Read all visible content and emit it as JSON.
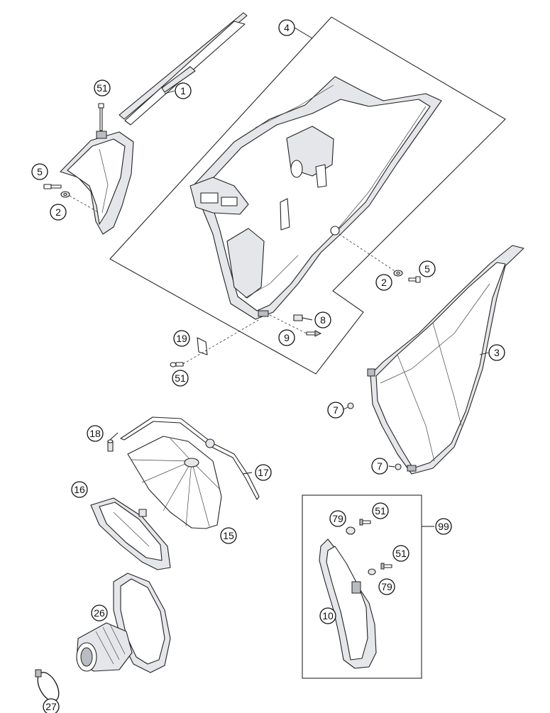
{
  "diagram": {
    "callouts": [
      {
        "id": "c1",
        "label": "1"
      },
      {
        "id": "c51a",
        "label": "51"
      },
      {
        "id": "c4",
        "label": "4"
      },
      {
        "id": "c5a",
        "label": "5"
      },
      {
        "id": "c2a",
        "label": "2"
      },
      {
        "id": "c2b",
        "label": "2"
      },
      {
        "id": "c5b",
        "label": "5"
      },
      {
        "id": "c8",
        "label": "8"
      },
      {
        "id": "c9",
        "label": "9"
      },
      {
        "id": "c19",
        "label": "19"
      },
      {
        "id": "c51b",
        "label": "51"
      },
      {
        "id": "c3",
        "label": "3"
      },
      {
        "id": "c7a",
        "label": "7"
      },
      {
        "id": "c7b",
        "label": "7"
      },
      {
        "id": "c18",
        "label": "18"
      },
      {
        "id": "c17",
        "label": "17"
      },
      {
        "id": "c16",
        "label": "16"
      },
      {
        "id": "c15",
        "label": "15"
      },
      {
        "id": "c79a",
        "label": "79"
      },
      {
        "id": "c51c",
        "label": "51"
      },
      {
        "id": "c99",
        "label": "99"
      },
      {
        "id": "c51d",
        "label": "51"
      },
      {
        "id": "c79b",
        "label": "79"
      },
      {
        "id": "c10",
        "label": "10"
      },
      {
        "id": "c26",
        "label": "26"
      },
      {
        "id": "c27",
        "label": "27"
      }
    ]
  }
}
